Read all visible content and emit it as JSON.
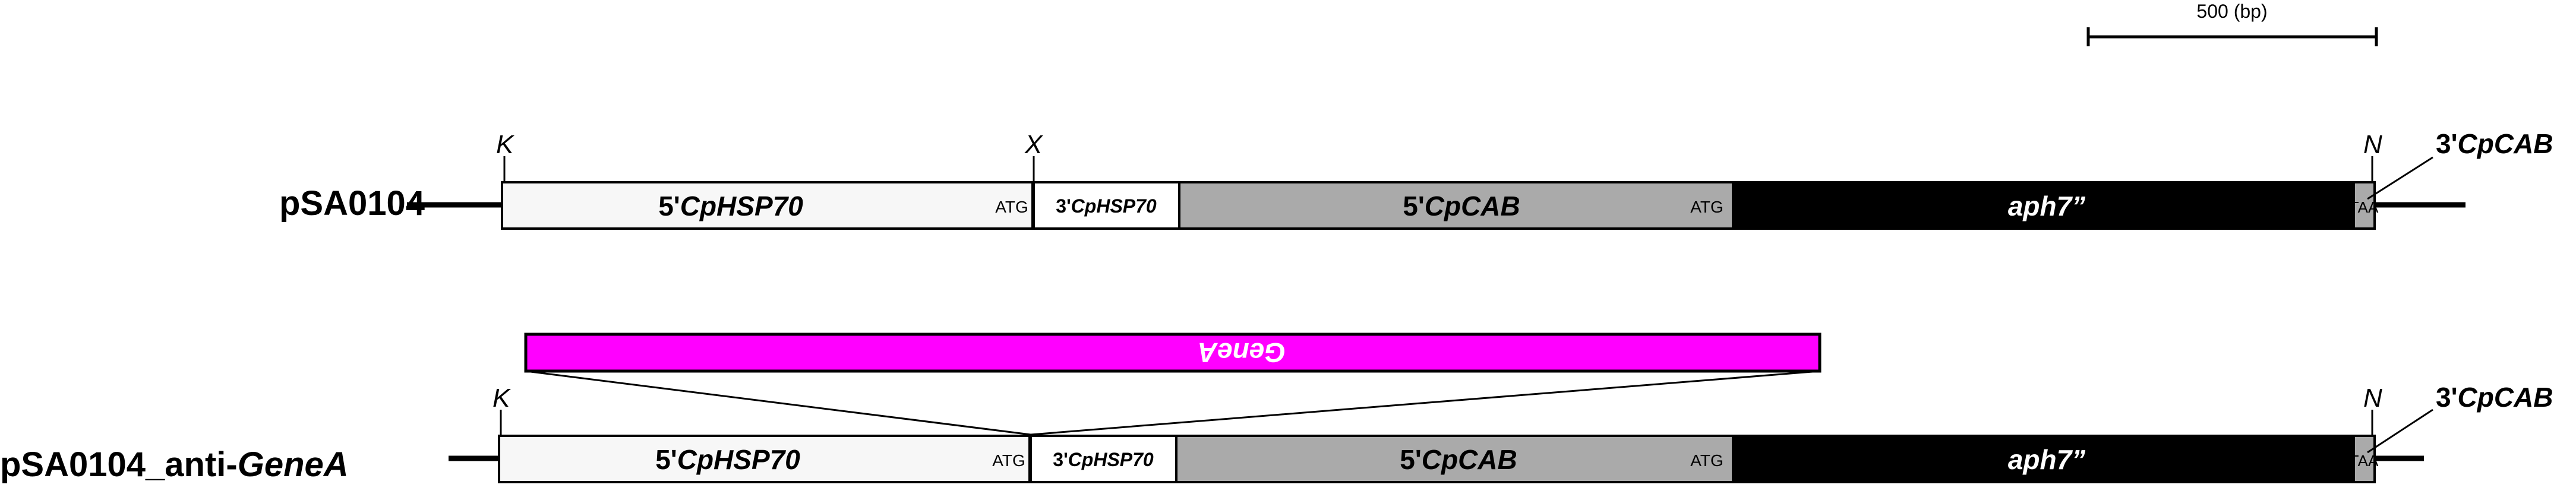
{
  "scale_bar": {
    "label": "500 (bp)"
  },
  "constructs": [
    {
      "name": "pSA0104",
      "sites": [
        "K",
        "X",
        "N"
      ],
      "segments": [
        {
          "label_plain": "5'",
          "label_italic": "CpHSP70",
          "fill": "#f7f7f7",
          "text_color": "#000000"
        },
        {
          "label_plain": "3'",
          "label_italic": "CpHSP70",
          "fill": "#ffffff",
          "text_color": "#000000"
        },
        {
          "label_plain": "5'",
          "label_italic": "CpCAB",
          "fill": "#aaaaaa",
          "text_color": "#000000"
        },
        {
          "label_plain": "",
          "label_italic": "aph7”",
          "fill": "#000000",
          "text_color": "#ffffff"
        },
        {
          "label_plain": "",
          "label_italic": "",
          "fill": "#aaaaaa",
          "text_color": "#000000"
        }
      ],
      "codons": [
        "ATG",
        "ATG",
        "TAA"
      ],
      "end_label_plain": "3'",
      "end_label_italic": "CpCAB"
    },
    {
      "name_plain": "pSA0104_anti-",
      "name_italic": "GeneA",
      "sites": [
        "K",
        "N"
      ],
      "segments": [
        {
          "label_plain": "5'",
          "label_italic": "CpHSP70",
          "fill": "#f7f7f7",
          "text_color": "#000000"
        },
        {
          "label_plain": "3'",
          "label_italic": "CpHSP70",
          "fill": "#ffffff",
          "text_color": "#000000"
        },
        {
          "label_plain": "5'",
          "label_italic": "CpCAB",
          "fill": "#aaaaaa",
          "text_color": "#000000"
        },
        {
          "label_plain": "",
          "label_italic": "aph7”",
          "fill": "#000000",
          "text_color": "#ffffff"
        },
        {
          "label_plain": "",
          "label_italic": "",
          "fill": "#aaaaaa",
          "text_color": "#000000"
        }
      ],
      "codons": [
        "ATG",
        "ATG",
        "TAA"
      ],
      "end_label_plain": "3'",
      "end_label_italic": "CpCAB"
    }
  ],
  "insert": {
    "label": "GeneA",
    "orientation": "reverse",
    "fill": "#ff00ff"
  }
}
